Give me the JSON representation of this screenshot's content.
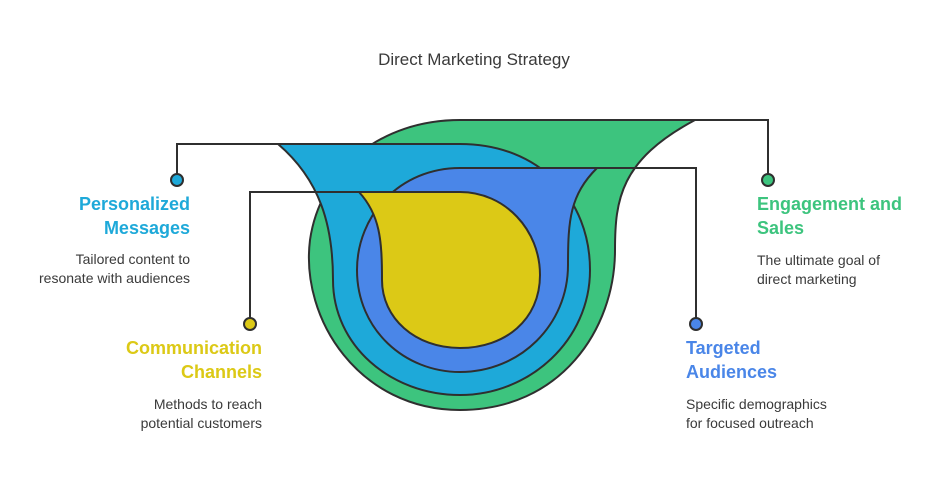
{
  "diagram": {
    "title": "Direct Marketing Strategy",
    "items": [
      {
        "label_line1": "Personalized",
        "label_line2": "Messages",
        "desc_line1": "Tailored content to",
        "desc_line2": "resonate with audiences",
        "color": "#1ea9d9"
      },
      {
        "label_line1": "Communication",
        "label_line2": "Channels",
        "desc_line1": "Methods to reach",
        "desc_line2": "potential customers",
        "color": "#dcc916"
      },
      {
        "label_line1": "Engagement and",
        "label_line2": "Sales",
        "desc_line1": "The ultimate goal of",
        "desc_line2": "direct marketing",
        "color": "#3dc47e"
      },
      {
        "label_line1": "Targeted",
        "label_line2": "Audiences",
        "desc_line1": "Specific demographics",
        "desc_line2": "for focused outreach",
        "color": "#4a86e8"
      }
    ]
  }
}
